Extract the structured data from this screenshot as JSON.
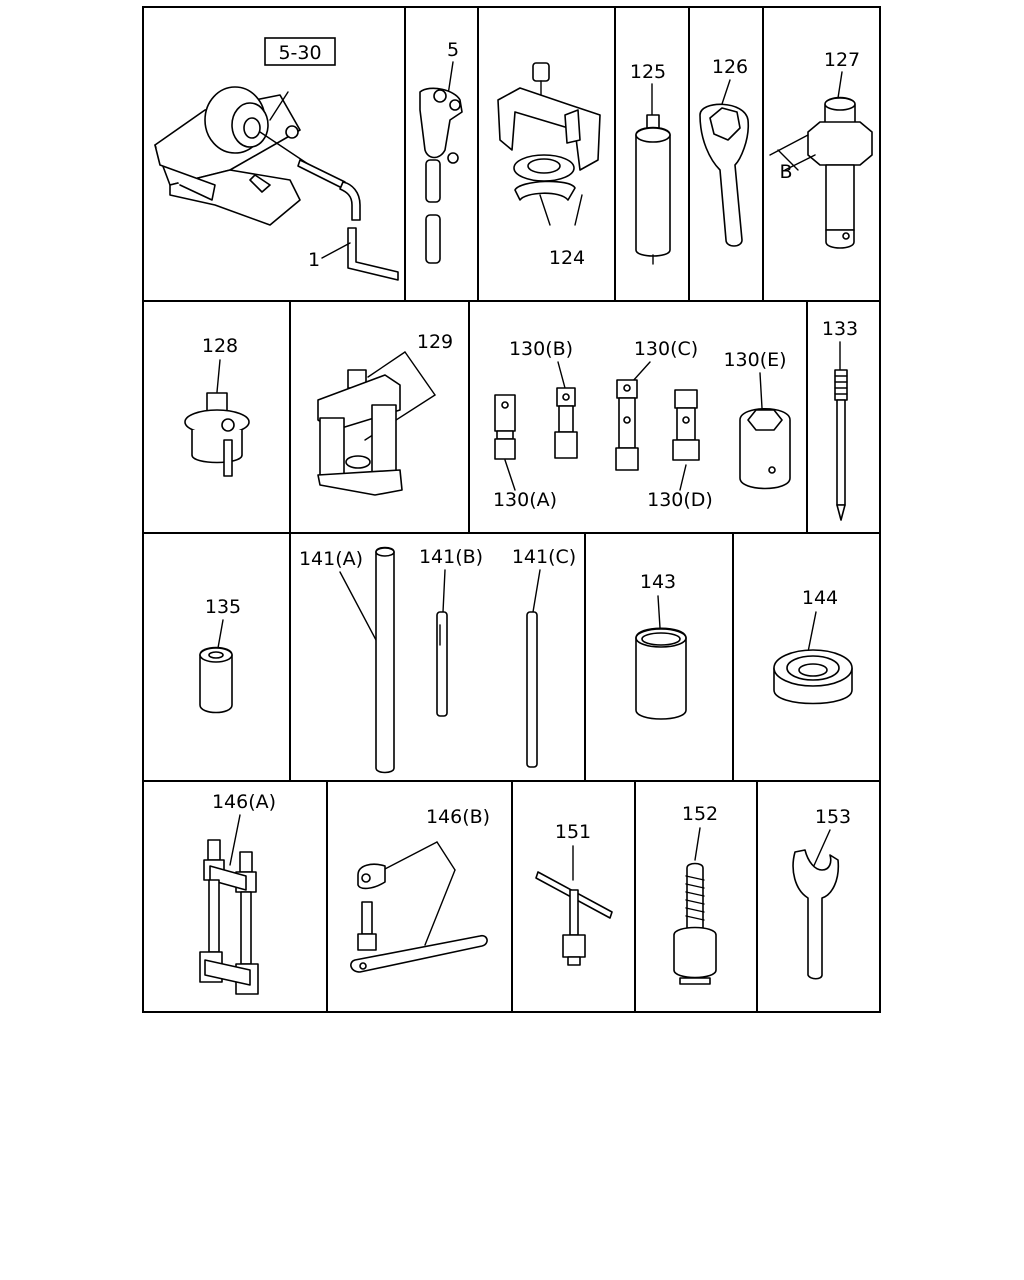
{
  "sheet": {
    "ref_box": "5-30",
    "labels": {
      "p1": "1",
      "p5": "5",
      "p124": "124",
      "p125": "125",
      "p126": "126",
      "p127": "127",
      "p127_dim": "B",
      "p128": "128",
      "p129": "129",
      "p130a": "130(A)",
      "p130b": "130(B)",
      "p130c": "130(C)",
      "p130d": "130(D)",
      "p130e": "130(E)",
      "p133": "133",
      "p135": "135",
      "p141a": "141(A)",
      "p141b": "141(B)",
      "p141c": "141(C)",
      "p143": "143",
      "p144": "144",
      "p146a": "146(A)",
      "p146b": "146(B)",
      "p151": "151",
      "p152": "152",
      "p153": "153"
    }
  }
}
